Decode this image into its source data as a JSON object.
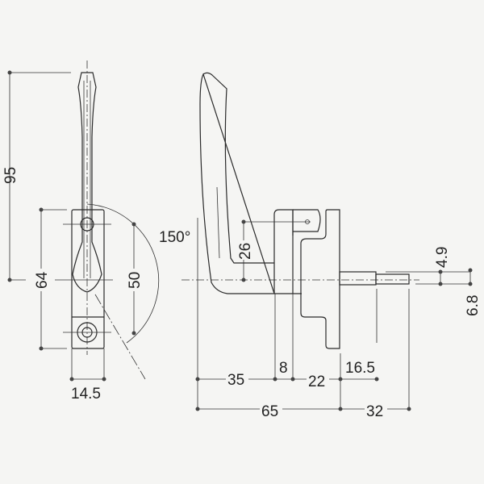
{
  "front_view": {
    "dim_height": "95",
    "dim_base_height": "64",
    "dim_hole_pitch": "50",
    "dim_base_width": "14.5",
    "rotation_angle": "150°"
  },
  "side_view": {
    "dim_handle_offset": "26",
    "dim_handle_reach": "35",
    "dim_block": "8",
    "dim_plate": "22",
    "dim_shaft_step": "16.5",
    "dim_total_depth": "65",
    "dim_shaft_length": "32",
    "dim_shaft_tip": "4.9",
    "dim_shaft_dia": "6.8"
  },
  "colors": {
    "line": "#2a2a2a",
    "paper": "#f5f5f3"
  }
}
